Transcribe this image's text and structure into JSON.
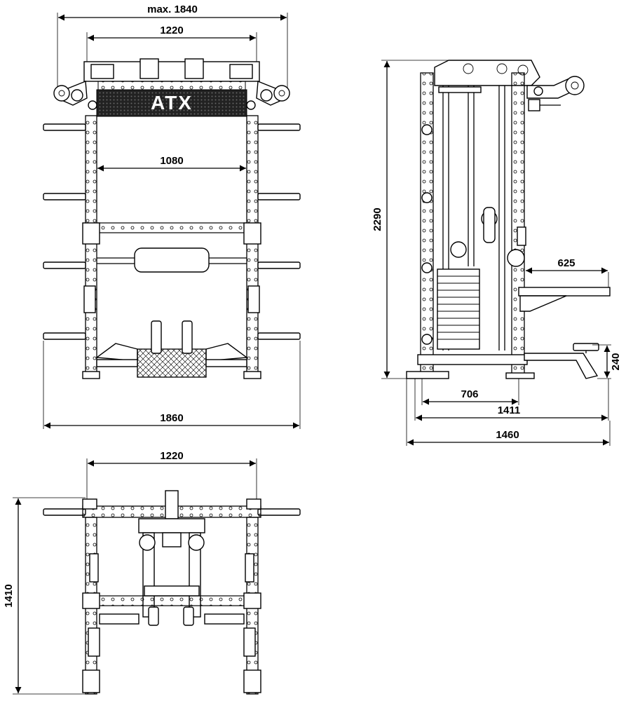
{
  "brand": {
    "logo_text": "ATX"
  },
  "front_view": {
    "dims": {
      "max_width": "max. 1840",
      "top_width": "1220",
      "inner_width": "1080",
      "total_width": "1860"
    }
  },
  "side_view": {
    "dims": {
      "height": "2290",
      "arm_depth": "625",
      "foot_height": "240",
      "inner_depth": "706",
      "depth": "1411",
      "total_depth": "1460"
    }
  },
  "top_view": {
    "dims": {
      "width": "1220",
      "depth": "1410"
    }
  }
}
